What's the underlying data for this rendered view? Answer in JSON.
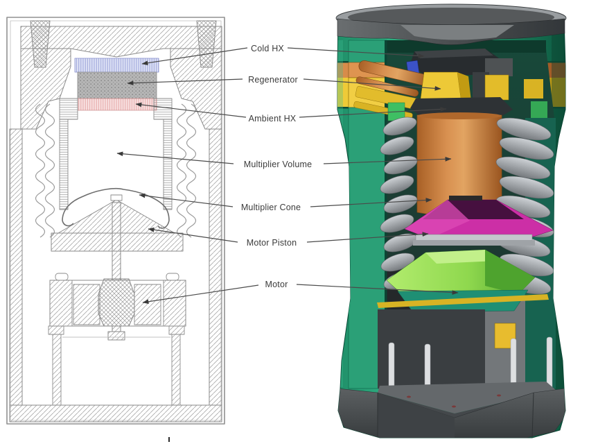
{
  "figure": {
    "labels": [
      {
        "id": "cold-hx",
        "text": "Cold HX"
      },
      {
        "id": "regenerator",
        "text": "Regenerator"
      },
      {
        "id": "ambient-hx",
        "text": "Ambient HX"
      },
      {
        "id": "multiplier-volume",
        "text": "Multiplier Volume"
      },
      {
        "id": "multiplier-cone",
        "text": "Multiplier Cone"
      },
      {
        "id": "motor-piston",
        "text": "Motor Piston"
      },
      {
        "id": "motor",
        "text": "Motor"
      }
    ],
    "colors": {
      "background": "#ffffff",
      "label_text": "#3b3b3b",
      "leader_line": "#4a4a4a",
      "schematic_line": "#8a8a8a",
      "cold_hx_blue": "#98a0d8",
      "regenerator_gray": "#b4b4b4",
      "ambient_hx_pink": "#e4a4a4",
      "shell_teal": "#27996f",
      "cap_gray": "#54585a",
      "ring_orange": "#c97c3f",
      "ring_yellow": "#e5bc2a",
      "copper": "#c98448",
      "spring_gray": "#a8acb0",
      "cone_magenta": "#cc2fa6",
      "piston_green": "#8fd84e",
      "motor_gray": "#4a4e51"
    }
  }
}
